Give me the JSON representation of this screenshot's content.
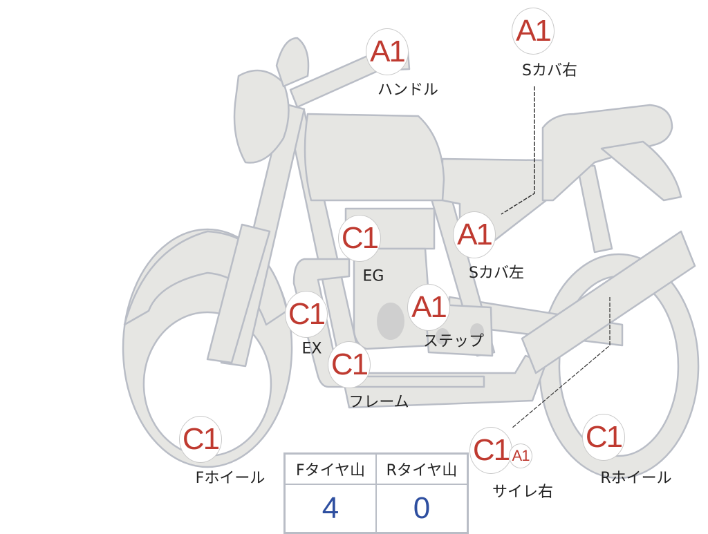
{
  "parts": [
    {
      "id": "handle",
      "grade": "A1",
      "label": "ハンドル"
    },
    {
      "id": "side-cover-right",
      "grade": "A1",
      "label": "Sカバ右"
    },
    {
      "id": "engine",
      "grade": "C1",
      "label": "EG"
    },
    {
      "id": "side-cover-left",
      "grade": "A1",
      "label": "Sカバ左"
    },
    {
      "id": "exhaust",
      "grade": "C1",
      "label": "EX"
    },
    {
      "id": "step",
      "grade": "A1",
      "label": "ステップ"
    },
    {
      "id": "frame",
      "grade": "C1",
      "label": "フレーム"
    },
    {
      "id": "front-wheel",
      "grade": "C1",
      "label": "Fホイール"
    },
    {
      "id": "silencer-right",
      "grade": "C1",
      "grade2": "A1",
      "label": "サイレ右"
    },
    {
      "id": "rear-wheel",
      "grade": "C1",
      "label": "Rホイール"
    }
  ],
  "tire_table": {
    "headers": [
      "Fタイヤ山",
      "Rタイヤ山"
    ],
    "values": [
      "4",
      "0"
    ]
  },
  "colors": {
    "grade": "#bf3a30",
    "value": "#2e4fa0",
    "body": "#e6e6e3",
    "outline": "#b9bdc6"
  }
}
